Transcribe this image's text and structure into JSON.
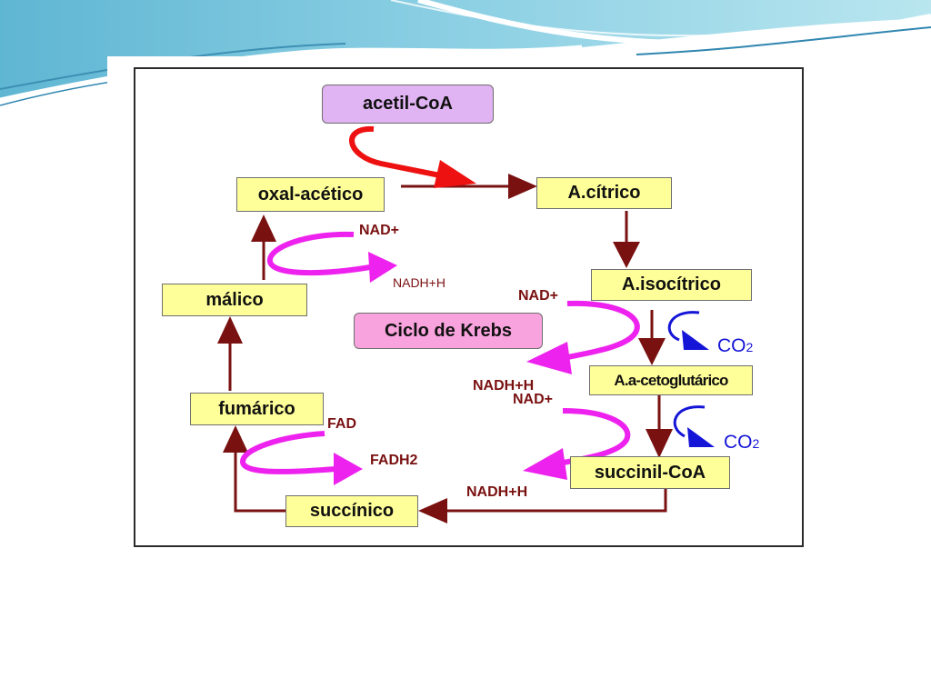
{
  "nodes": {
    "acetil_coa": "acetil-CoA",
    "oxal_acetico": "oxal-acético",
    "a_citrico": "A.cítrico",
    "a_isocitrico": "A.isocítrico",
    "malico": "málico",
    "ciclo": "Ciclo de Krebs",
    "a_cetoglutarico": "A.a-cetoglutárico",
    "fumarico": "fumárico",
    "succinil_coa": "succinil-CoA",
    "succinico": "succínico"
  },
  "labels": {
    "nad_malico": "NAD+",
    "nadh_malico": "NADH+H",
    "nad_isocitrico": "NAD+",
    "nadh_isocitrico": "NADH+H",
    "nad_ceto": "NAD+",
    "nadh_ceto": "NADH+H",
    "fad": "FAD",
    "fadh2": "FADH2",
    "co2_1": "CO",
    "co2_1_sub": "2",
    "co2_2": "CO",
    "co2_2_sub": "2"
  },
  "colors": {
    "cycle_arrow": "#7a1111",
    "cofactor_arrow": "#ee22ee",
    "entry_arrow": "#ee1111",
    "co2_arrow": "#1515d8",
    "node_fill": "#ffff99",
    "acetil_fill": "#e0b3f2",
    "ciclo_fill": "#f8a3dd"
  },
  "icons": [
    "header-wave-decoration",
    "arrow-icons",
    "co2-curl-arrow-icon"
  ]
}
